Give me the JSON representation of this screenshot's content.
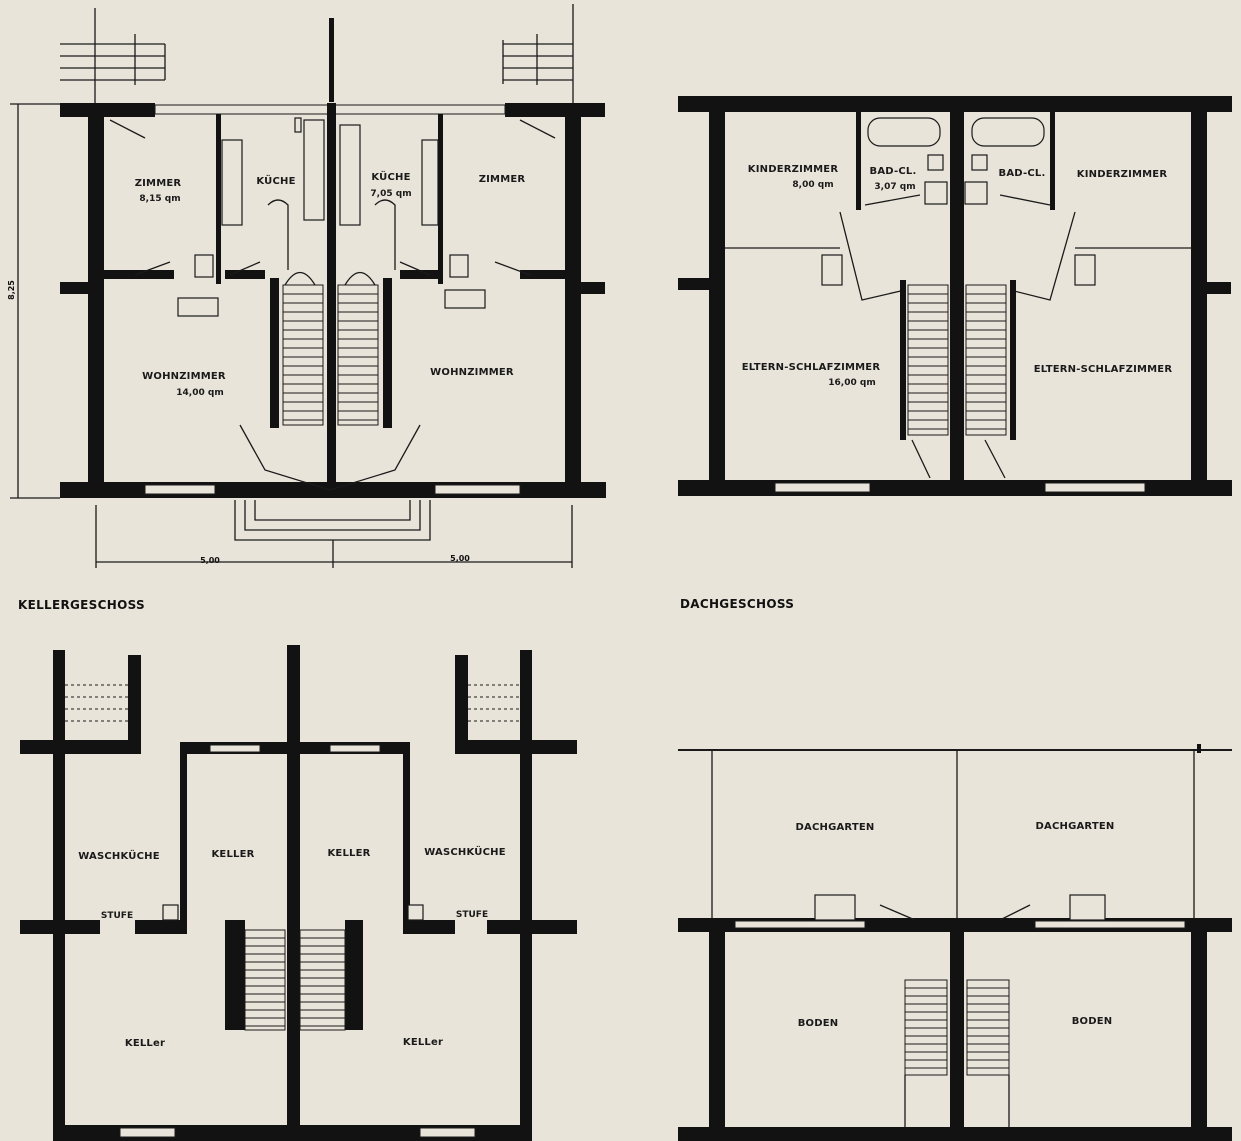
{
  "titles": {
    "keller": "KELLERGESCHOSS",
    "dach": "DACHGESCHOSS"
  },
  "dimensions": {
    "depth": "8,25",
    "width_left": "5,00",
    "width_right": "5,00"
  },
  "ground_floor": {
    "zimmer_left": "ZIMMER",
    "zimmer_left_area": "8,15 qm",
    "kueche_left": "KÜCHE",
    "kueche_right": "KÜCHE",
    "kueche_right_area": "7,05 qm",
    "zimmer_right": "ZIMMER",
    "wohnzimmer_left": "WOHNZIMMER",
    "wohnzimmer_left_area": "14,00 qm",
    "wohnzimmer_right": "WOHNZIMMER"
  },
  "upper_floor": {
    "kinderzimmer_left": "KINDERZIMMER",
    "kinderzimmer_left_area": "8,00 qm",
    "bad_left": "BAD-CL.",
    "bad_left_area": "3,07 qm",
    "bad_right": "BAD-CL.",
    "kinderzimmer_right": "KINDERZIMMER",
    "eltern_left": "ELTERN-SCHLAFZIMMER",
    "eltern_left_area": "16,00 qm",
    "eltern_right": "ELTERN-SCHLAFZIMMER"
  },
  "basement": {
    "waschkueche_left": "WASCHKÜCHE",
    "keller_1": "KELLER",
    "keller_2": "KELLER",
    "waschkueche_right": "WASCHKÜCHE",
    "stufe_left": "STUFE",
    "stufe_right": "STUFE",
    "keller_big_left": "KELLer",
    "keller_big_right": "KELLer"
  },
  "roof": {
    "dachgarten_left": "DACHGARTEN",
    "dachgarten_right": "DACHGARTEN",
    "boden_left": "BODEN",
    "boden_right": "BODEN"
  }
}
